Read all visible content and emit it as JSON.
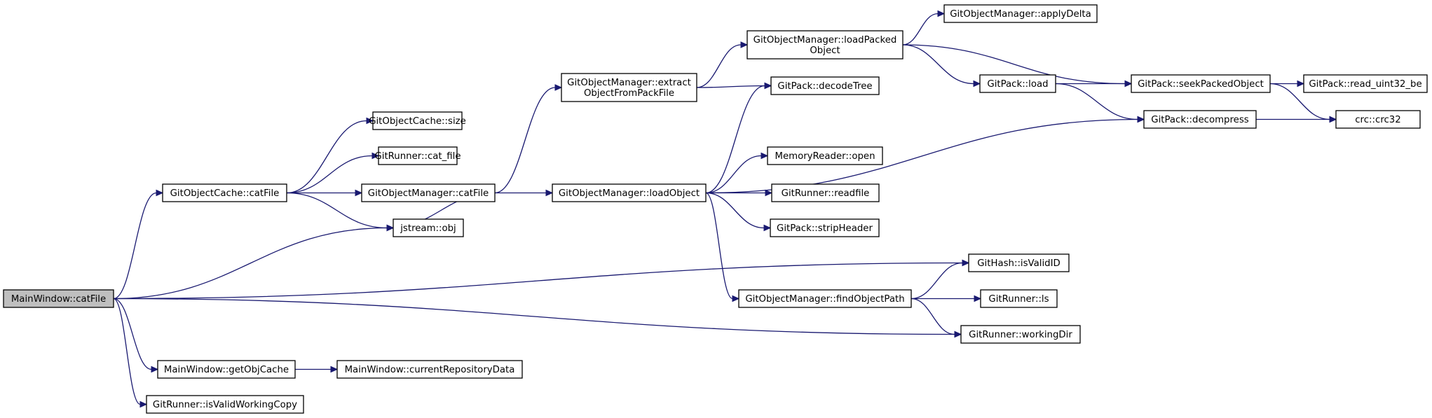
{
  "diagram": {
    "type": "call-graph",
    "edge_color": "#191970",
    "root_fill": "#bfbfbf",
    "nodes": [
      {
        "id": "root",
        "lines": [
          "MainWindow::catFile"
        ],
        "root": true
      },
      {
        "id": "oc_catFile",
        "lines": [
          "GitObjectCache::catFile"
        ]
      },
      {
        "id": "js_obj",
        "lines": [
          "jstream::obj"
        ]
      },
      {
        "id": "hash_valid",
        "lines": [
          "GitHash::isValidID"
        ]
      },
      {
        "id": "runner_wd",
        "lines": [
          "GitRunner::workingDir"
        ]
      },
      {
        "id": "mw_getObjCache",
        "lines": [
          "MainWindow::getObjCache"
        ]
      },
      {
        "id": "runner_validwc",
        "lines": [
          "GitRunner::isValidWorkingCopy"
        ]
      },
      {
        "id": "oc_size",
        "lines": [
          "GitObjectCache::size"
        ]
      },
      {
        "id": "runner_catfile",
        "lines": [
          "GitRunner::cat_file"
        ]
      },
      {
        "id": "om_catFile",
        "lines": [
          "GitObjectManager::catFile"
        ]
      },
      {
        "id": "om_loadObject",
        "lines": [
          "GitObjectManager::loadObject"
        ]
      },
      {
        "id": "om_extract",
        "lines": [
          "GitObjectManager::extract",
          "ObjectFromPackFile"
        ]
      },
      {
        "id": "om_loadPacked",
        "lines": [
          "GitObjectManager::loadPacked",
          "Object"
        ]
      },
      {
        "id": "om_applyDelta",
        "lines": [
          "GitObjectManager::applyDelta"
        ]
      },
      {
        "id": "pack_decodeTree",
        "lines": [
          "GitPack::decodeTree"
        ]
      },
      {
        "id": "pack_load",
        "lines": [
          "GitPack::load"
        ]
      },
      {
        "id": "pack_seek",
        "lines": [
          "GitPack::seekPackedObject"
        ]
      },
      {
        "id": "pack_read",
        "lines": [
          "GitPack::read_uint32_be"
        ]
      },
      {
        "id": "pack_decompress",
        "lines": [
          "GitPack::decompress"
        ]
      },
      {
        "id": "crc",
        "lines": [
          "crc::crc32"
        ]
      },
      {
        "id": "mr_open",
        "lines": [
          "MemoryReader::open"
        ]
      },
      {
        "id": "runner_readfile",
        "lines": [
          "GitRunner::readfile"
        ]
      },
      {
        "id": "pack_strip",
        "lines": [
          "GitPack::stripHeader"
        ]
      },
      {
        "id": "om_findPath",
        "lines": [
          "GitObjectManager::findObjectPath"
        ]
      },
      {
        "id": "runner_ls",
        "lines": [
          "GitRunner::ls"
        ]
      },
      {
        "id": "mw_currentRepo",
        "lines": [
          "MainWindow::currentRepositoryData"
        ]
      }
    ],
    "edges": [
      [
        "root",
        "oc_catFile"
      ],
      [
        "root",
        "js_obj"
      ],
      [
        "root",
        "hash_valid"
      ],
      [
        "root",
        "runner_wd"
      ],
      [
        "root",
        "mw_getObjCache"
      ],
      [
        "root",
        "runner_validwc"
      ],
      [
        "oc_catFile",
        "oc_size"
      ],
      [
        "oc_catFile",
        "runner_catfile"
      ],
      [
        "oc_catFile",
        "om_catFile"
      ],
      [
        "oc_catFile",
        "js_obj"
      ],
      [
        "om_catFile",
        "om_extract"
      ],
      [
        "om_catFile",
        "om_loadObject"
      ],
      [
        "om_catFile",
        "js_obj"
      ],
      [
        "om_extract",
        "om_loadPacked"
      ],
      [
        "om_extract",
        "pack_decodeTree"
      ],
      [
        "om_loadPacked",
        "om_applyDelta"
      ],
      [
        "om_loadPacked",
        "pack_seek"
      ],
      [
        "om_loadPacked",
        "pack_load"
      ],
      [
        "pack_load",
        "pack_seek"
      ],
      [
        "pack_load",
        "pack_decompress"
      ],
      [
        "pack_seek",
        "pack_read"
      ],
      [
        "pack_seek",
        "crc"
      ],
      [
        "pack_decompress",
        "crc"
      ],
      [
        "om_loadObject",
        "pack_decodeTree"
      ],
      [
        "om_loadObject",
        "pack_decompress"
      ],
      [
        "om_loadObject",
        "mr_open"
      ],
      [
        "om_loadObject",
        "runner_readfile"
      ],
      [
        "om_loadObject",
        "pack_strip"
      ],
      [
        "om_loadObject",
        "om_findPath"
      ],
      [
        "om_findPath",
        "hash_valid"
      ],
      [
        "om_findPath",
        "runner_ls"
      ],
      [
        "om_findPath",
        "runner_wd"
      ],
      [
        "mw_getObjCache",
        "mw_currentRepo"
      ]
    ]
  }
}
